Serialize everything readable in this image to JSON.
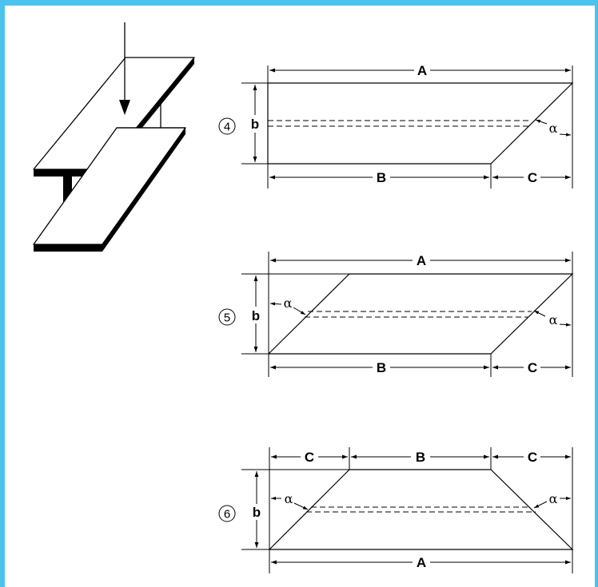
{
  "colors": {
    "frame": "#4cc3ee",
    "ink": "#000000"
  },
  "beam": {
    "icon": "i-beam-with-load-arrow-icon"
  },
  "diagrams": [
    {
      "number": "4",
      "labels": {
        "A": "A",
        "B": "B",
        "C": "C",
        "b": "b",
        "alpha": "α"
      }
    },
    {
      "number": "5",
      "labels": {
        "A": "A",
        "B": "B",
        "C": "C",
        "b": "b",
        "alpha_left": "α",
        "alpha_right": "α"
      }
    },
    {
      "number": "6",
      "labels": {
        "C_left": "C",
        "B": "B",
        "C_right": "C",
        "A": "A",
        "b": "b",
        "alpha_left": "α",
        "alpha_right": "α"
      }
    }
  ]
}
